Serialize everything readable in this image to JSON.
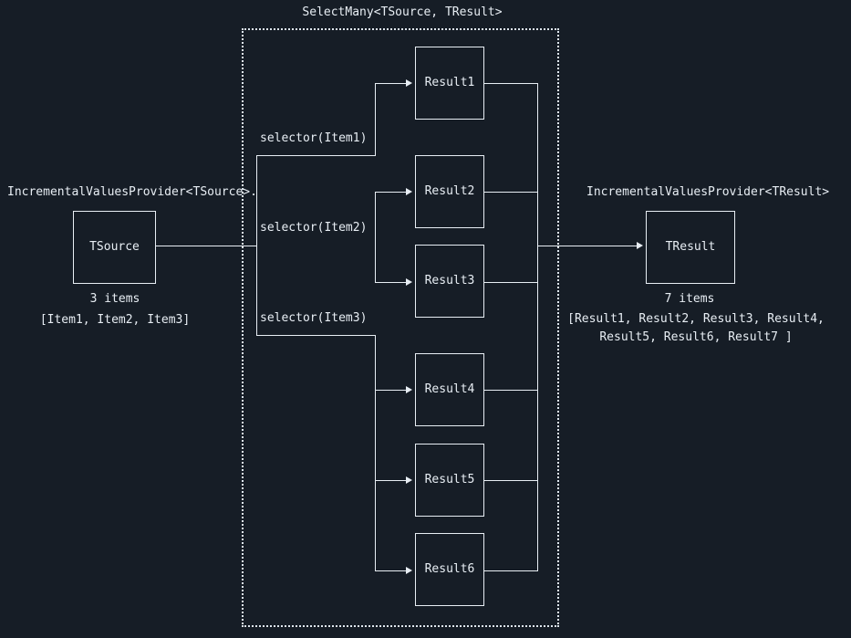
{
  "diagram": {
    "title": "SelectMany<TSource, TResult>",
    "background_color": "#161d26",
    "line_color": "#e8eef4",
    "text_color": "#e8eef4",
    "source": {
      "provider_label": "IncrementalValuesProvider<TSource>.",
      "node_label": "TSource",
      "count_label": "3 items",
      "items_label": "[Item1, Item2, Item3]"
    },
    "selectors": [
      {
        "label": "selector(Item1)"
      },
      {
        "label": "selector(Item2)"
      },
      {
        "label": "selector(Item3)"
      }
    ],
    "results": [
      {
        "label": "Result1"
      },
      {
        "label": "Result2"
      },
      {
        "label": "Result3"
      },
      {
        "label": "Result4"
      },
      {
        "label": "Result5"
      },
      {
        "label": "Result6"
      }
    ],
    "target": {
      "provider_label": "IncrementalValuesProvider<TResult>",
      "node_label": "TResult",
      "count_label": "7 items",
      "items_label_line1": "[Result1, Result2, Result3, Result4,",
      "items_label_line2": "Result5, Result6, Result7 ]"
    }
  }
}
